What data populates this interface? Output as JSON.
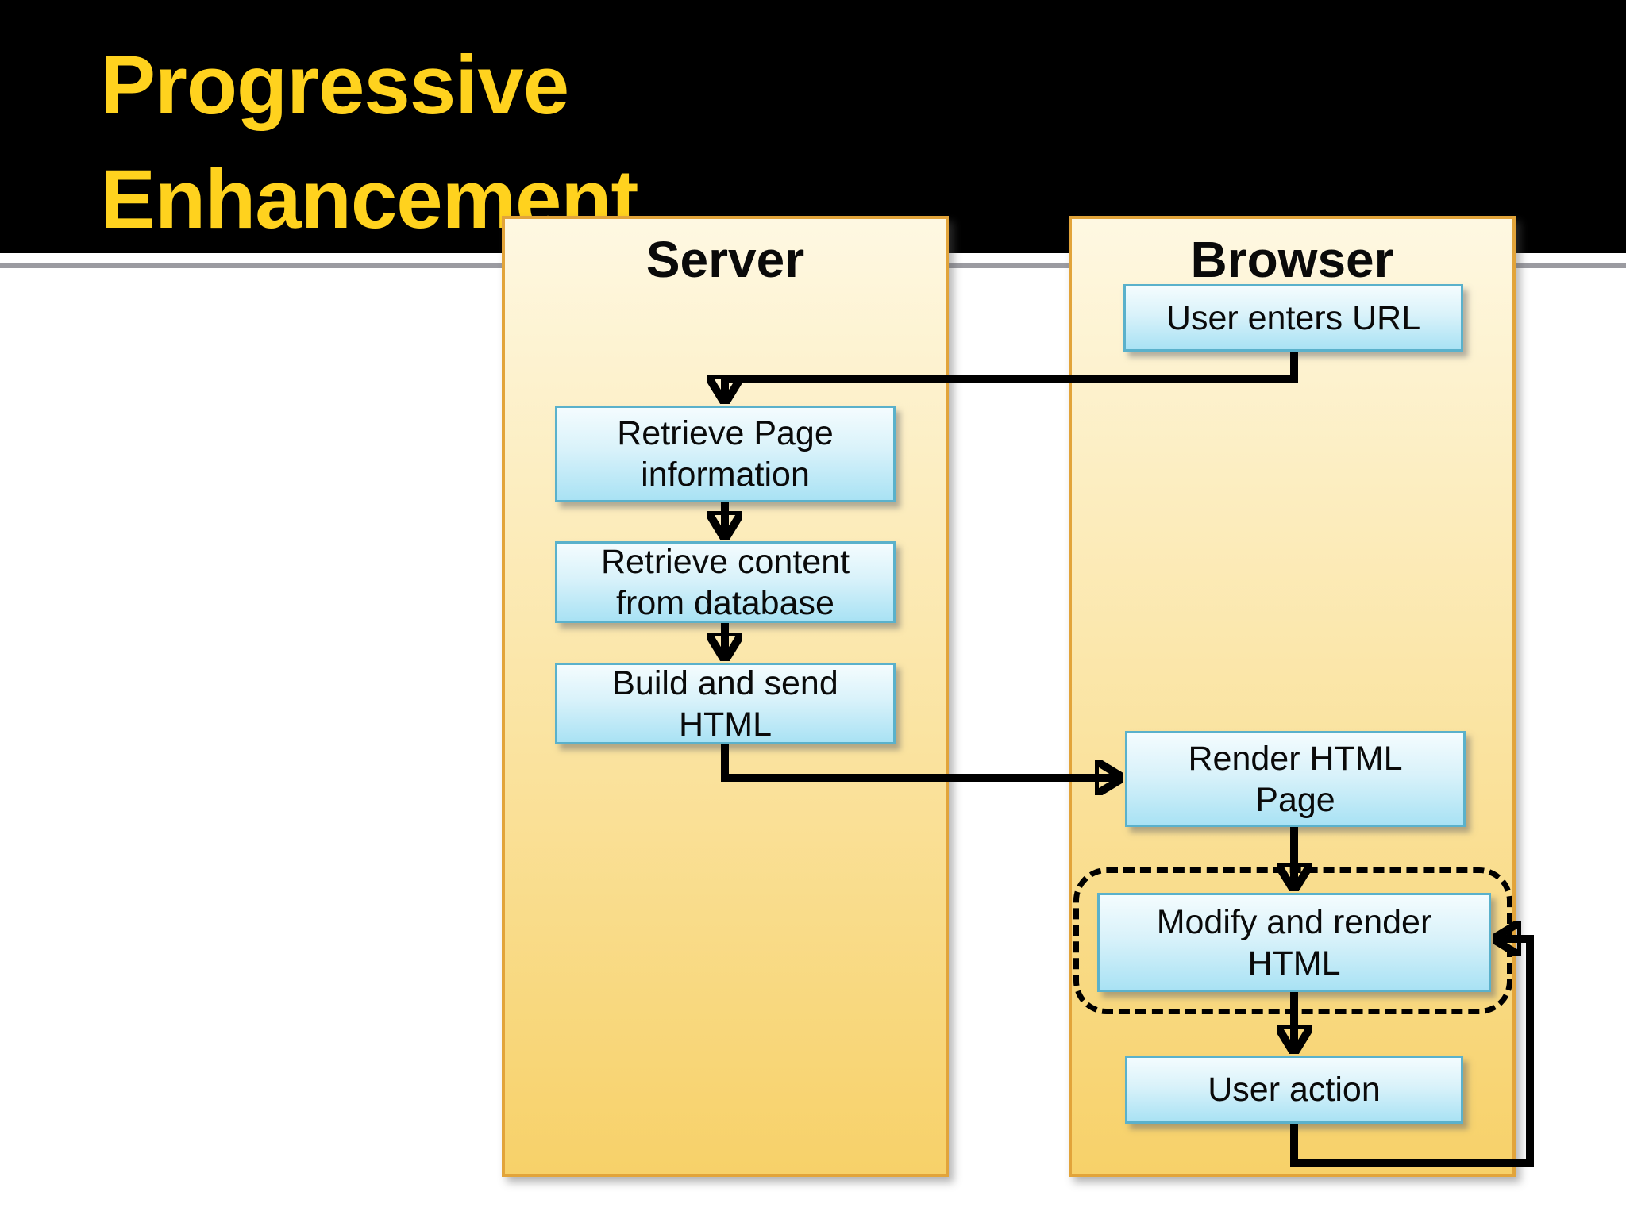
{
  "slide": {
    "title": {
      "line1": "Progressive",
      "line2": "Enhancement"
    }
  },
  "diagram": {
    "server": {
      "title": "Server",
      "boxes": [
        {
          "line1": "Retrieve Page",
          "line2": "information"
        },
        {
          "line1": "Retrieve content",
          "line2": "from database"
        },
        {
          "line1": "Build and send",
          "line2": "HTML"
        }
      ]
    },
    "browser": {
      "title": "Browser",
      "boxes": [
        {
          "line1": "User enters URL"
        },
        {
          "line1": "Render HTML",
          "line2": "Page"
        },
        {
          "line1": "Modify and render",
          "line2": "HTML"
        },
        {
          "line1": "User action"
        }
      ]
    }
  },
  "colors": {
    "title_text": "#FFD21E",
    "header_bar": "#000000",
    "header_rule": "#9B9BA1",
    "panel_border": "#E2A43A",
    "panel_fill_top": "#FEF8E2",
    "panel_fill_bottom": "#F7D169",
    "box_border": "#5AB1CB",
    "box_fill_top": "#F4FCFE",
    "box_fill_bottom": "#A9E2F4",
    "arrow": "#000000"
  }
}
